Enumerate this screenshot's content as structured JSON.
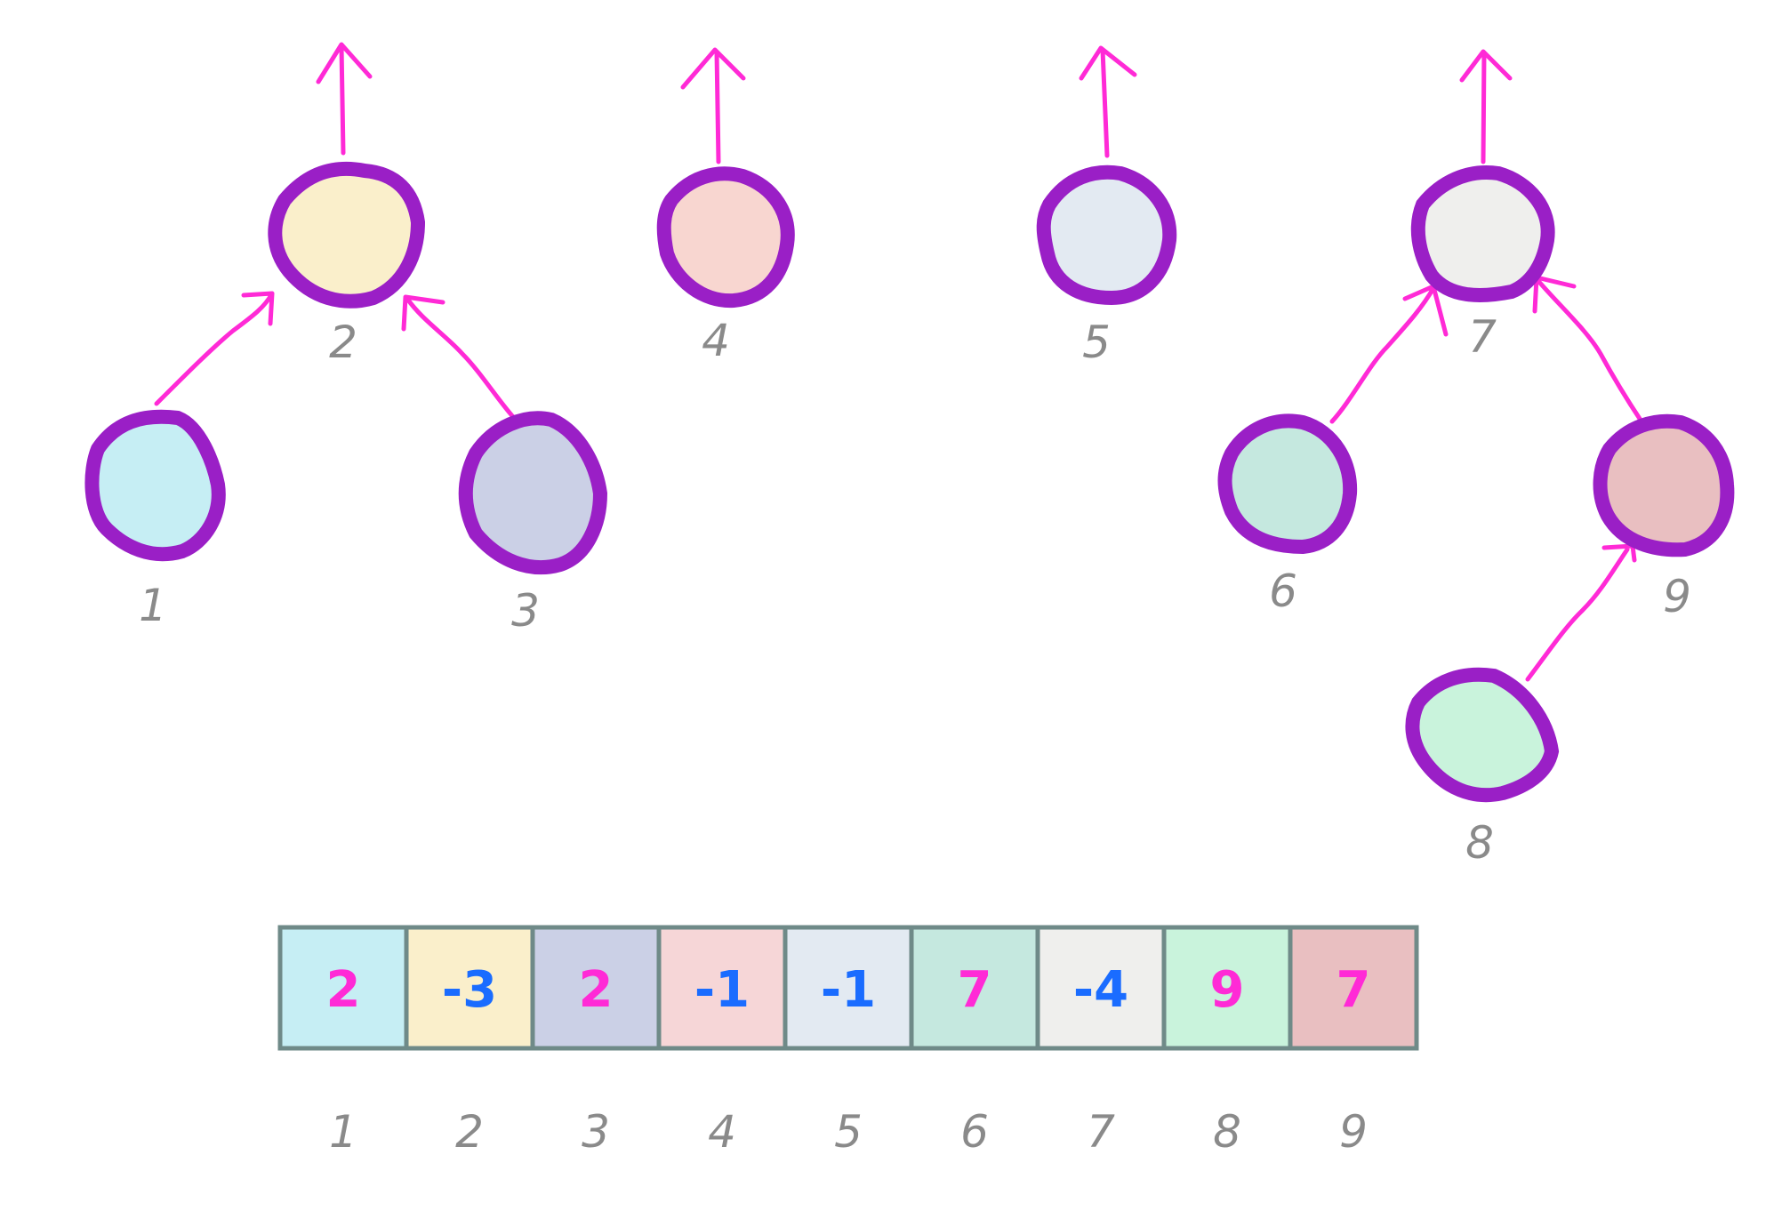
{
  "title": "Disjoint set forest with parent array",
  "colors": {
    "node_stroke": "#9a1fc6",
    "arrow": "#ff2ad6",
    "parent_value": "#ff2ad6",
    "root_size_value": "#1a6cff",
    "label": "#8a8a8a"
  },
  "nodes": [
    {
      "id": "1",
      "parent": "2",
      "fill": "#c6eef4"
    },
    {
      "id": "2",
      "parent": null,
      "fill": "#faefcb"
    },
    {
      "id": "3",
      "parent": "2",
      "fill": "#cbd0e6"
    },
    {
      "id": "4",
      "parent": null,
      "fill": "#f8d6d0"
    },
    {
      "id": "5",
      "parent": null,
      "fill": "#e3eaf2"
    },
    {
      "id": "6",
      "parent": "7",
      "fill": "#c5e8df"
    },
    {
      "id": "7",
      "parent": null,
      "fill": "#efefed"
    },
    {
      "id": "8",
      "parent": "9",
      "fill": "#c9f3dc"
    },
    {
      "id": "9",
      "parent": "7",
      "fill": "#e9bfc1"
    }
  ],
  "array": {
    "values": [
      "2",
      "-3",
      "2",
      "-1",
      "-1",
      "7",
      "-4",
      "9",
      "7"
    ],
    "indices": [
      "1",
      "2",
      "3",
      "4",
      "5",
      "6",
      "7",
      "8",
      "9"
    ]
  }
}
